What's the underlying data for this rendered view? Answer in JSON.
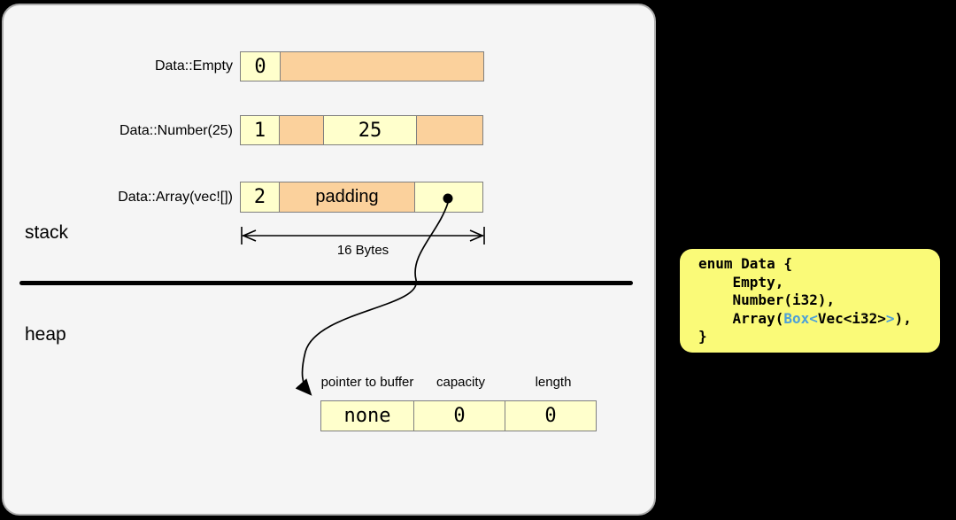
{
  "panel": {
    "stack_label": "stack",
    "heap_label": "heap"
  },
  "memory_rows": [
    {
      "label": "Data::Empty",
      "cells": [
        {
          "text": "0"
        },
        {
          "text": ""
        }
      ]
    },
    {
      "label": "Data::Number(25)",
      "cells": [
        {
          "text": "1"
        },
        {
          "text": ""
        },
        {
          "text": "25"
        },
        {
          "text": ""
        }
      ]
    },
    {
      "label": "Data::Array(vec![])",
      "cells": [
        {
          "text": "2"
        },
        {
          "text": "padding"
        },
        {
          "text": ""
        }
      ]
    }
  ],
  "dimension": {
    "label": "16 Bytes"
  },
  "heap_table": {
    "headers": [
      "pointer to buffer",
      "capacity",
      "length"
    ],
    "values": [
      "none",
      "0",
      "0"
    ]
  },
  "code_block": {
    "line1": "enum Data {",
    "line2": "    Empty,",
    "line3": "    Number(i32),",
    "line4": {
      "a": "    Array(",
      "b": "Box<",
      "c": "Vec<i32>",
      "d": ">",
      "e": "),"
    },
    "line5": "}"
  },
  "colors": {
    "cell_yellow": "#ffffcc",
    "cell_orange": "#fbd19c",
    "code_bg": "#fafa78",
    "code_blue": "#4da0d8"
  }
}
